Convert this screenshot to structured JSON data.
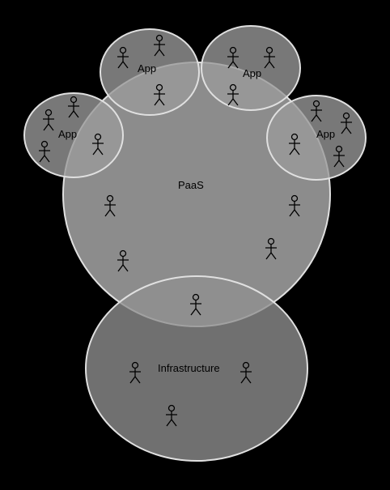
{
  "diagram": {
    "colors": {
      "background": "#000000",
      "circle_fill": "#8f8f8f",
      "circle_stroke": "#e0e0e0",
      "figure_stroke": "#000000",
      "label": "#000000"
    },
    "regions": [
      {
        "id": "paas",
        "label": "PaaS"
      },
      {
        "id": "infrastructure",
        "label": "Infrastructure"
      },
      {
        "id": "app-top-left",
        "label": "App"
      },
      {
        "id": "app-top-right",
        "label": "App"
      },
      {
        "id": "app-left",
        "label": "App"
      },
      {
        "id": "app-right",
        "label": "App"
      }
    ],
    "figure_icon": "stick-figure-icon"
  }
}
